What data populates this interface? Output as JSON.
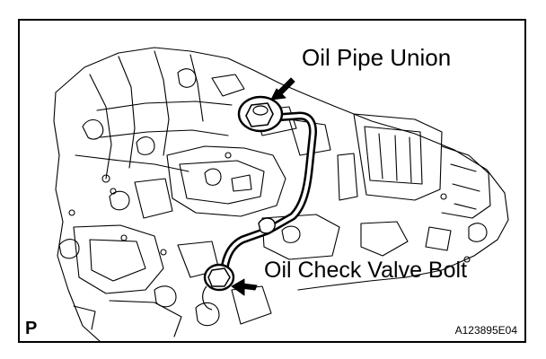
{
  "callouts": {
    "oil_pipe_union": "Oil Pipe Union",
    "oil_check_valve_bolt": "Oil Check Valve Bolt"
  },
  "footer": {
    "view_mark": "P",
    "figure_id": "A123895E04"
  },
  "colors": {
    "line": "#000000",
    "background": "#ffffff"
  }
}
